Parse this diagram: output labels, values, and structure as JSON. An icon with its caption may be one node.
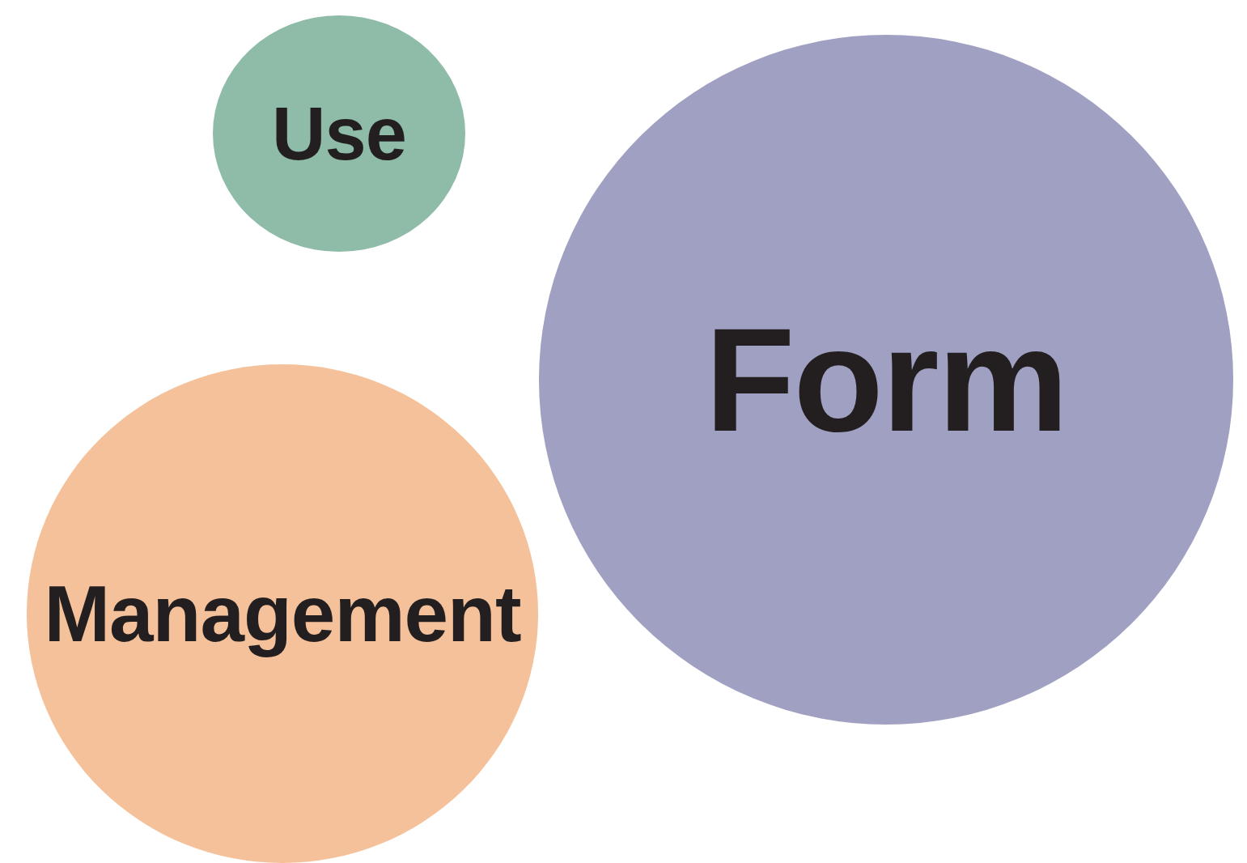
{
  "diagram": {
    "nodes": [
      {
        "text": [
          "Use"
        ]
      },
      {
        "text": [
          "Form"
        ]
      },
      {
        "text": [
          "Management"
        ]
      }
    ]
  }
}
